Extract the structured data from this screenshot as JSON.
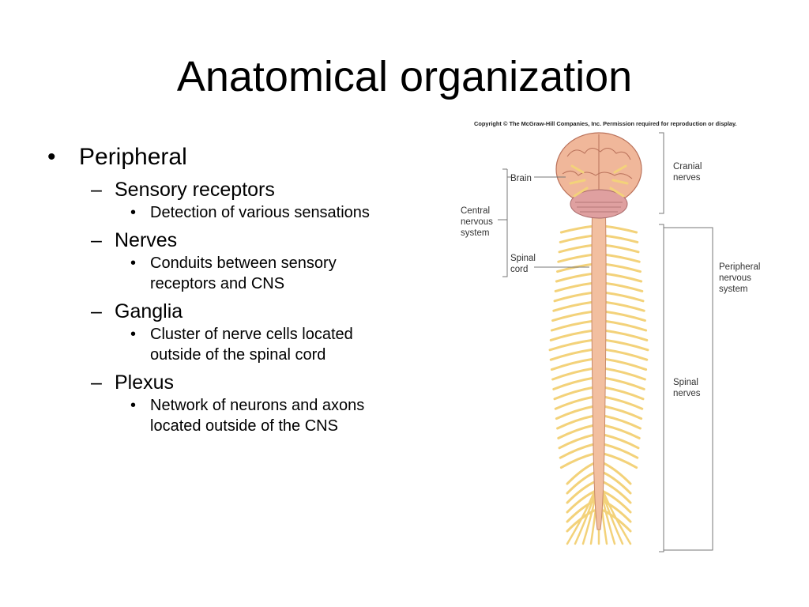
{
  "slide": {
    "title": "Anatomical organization"
  },
  "bullets": {
    "peripheral": "Peripheral",
    "sensory_receptors": "Sensory receptors",
    "sensory_detail": "Detection of various sensations",
    "nerves": "Nerves",
    "nerves_detail": "Conduits between sensory receptors and CNS",
    "ganglia": "Ganglia",
    "ganglia_detail": "Cluster of nerve cells located outside of the spinal cord",
    "plexus": "Plexus",
    "plexus_detail": "Network of neurons and axons located outside of the CNS"
  },
  "figure": {
    "copyright": "Copyright © The McGraw-Hill Companies, Inc. Permission required for reproduction or display.",
    "brain_label": "Brain",
    "cns_label_1": "Central",
    "cns_label_2": "nervous",
    "cns_label_3": "system",
    "spinal_cord_label_1": "Spinal",
    "spinal_cord_label_2": "cord",
    "cranial_label_1": "Cranial",
    "cranial_label_2": "nerves",
    "pns_label_1": "Peripheral",
    "pns_label_2": "nervous",
    "pns_label_3": "system",
    "spinal_nerves_label_1": "Spinal",
    "spinal_nerves_label_2": "nerves"
  },
  "colors": {
    "nerve": "#f3d27a",
    "nerve_outline": "#c9a24a",
    "brain": "#f0b79a",
    "brain_outline": "#b9715a",
    "spinal_cord": "#f2bfa0"
  }
}
